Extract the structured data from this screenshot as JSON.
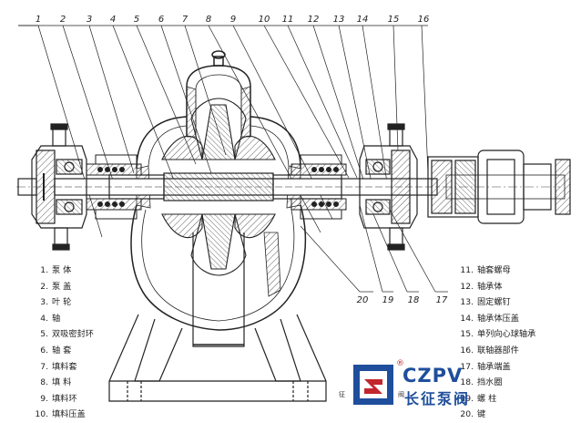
{
  "callouts_top": [
    "1",
    "2",
    "3",
    "4",
    "5",
    "6",
    "7",
    "8",
    "9",
    "10",
    "11",
    "12",
    "13",
    "14",
    "15"
  ],
  "callouts_bottom": [
    "20",
    "19",
    "18",
    "17"
  ],
  "legend_left": [
    {
      "num": "1.",
      "label": "泵 体"
    },
    {
      "num": "2.",
      "label": "泵 盖"
    },
    {
      "num": "3.",
      "label": "叶 轮"
    },
    {
      "num": "4.",
      "label": "轴"
    },
    {
      "num": "5.",
      "label": "双吸密封环"
    },
    {
      "num": "6.",
      "label": "轴 套"
    },
    {
      "num": "7.",
      "label": "填料套"
    },
    {
      "num": "8.",
      "label": "填 料"
    },
    {
      "num": "9.",
      "label": "填料环"
    },
    {
      "num": "10.",
      "label": "填料压盖"
    }
  ],
  "legend_right": [
    {
      "num": "11.",
      "label": "轴套螺母"
    },
    {
      "num": "12.",
      "label": "轴承体"
    },
    {
      "num": "13.",
      "label": "固定螺钉"
    },
    {
      "num": "14.",
      "label": "轴承体压盖"
    },
    {
      "num": "15.",
      "label": "单列向心球轴承"
    },
    {
      "num": "16.",
      "label": "联轴器部件"
    },
    {
      "num": "17.",
      "label": "轴承端盖"
    },
    {
      "num": "18.",
      "label": "挡水圈"
    },
    {
      "num": "19.",
      "label": "螺 柱"
    },
    {
      "num": "20.",
      "label": "键"
    }
  ],
  "logo": {
    "registered": "®",
    "brand_en": "CZPV",
    "brand_cn": "长征泵阀",
    "brand_color": "#1f4e9c",
    "accent_color": "#c1272d"
  },
  "marks": {
    "left": "征",
    "right": "阀"
  }
}
